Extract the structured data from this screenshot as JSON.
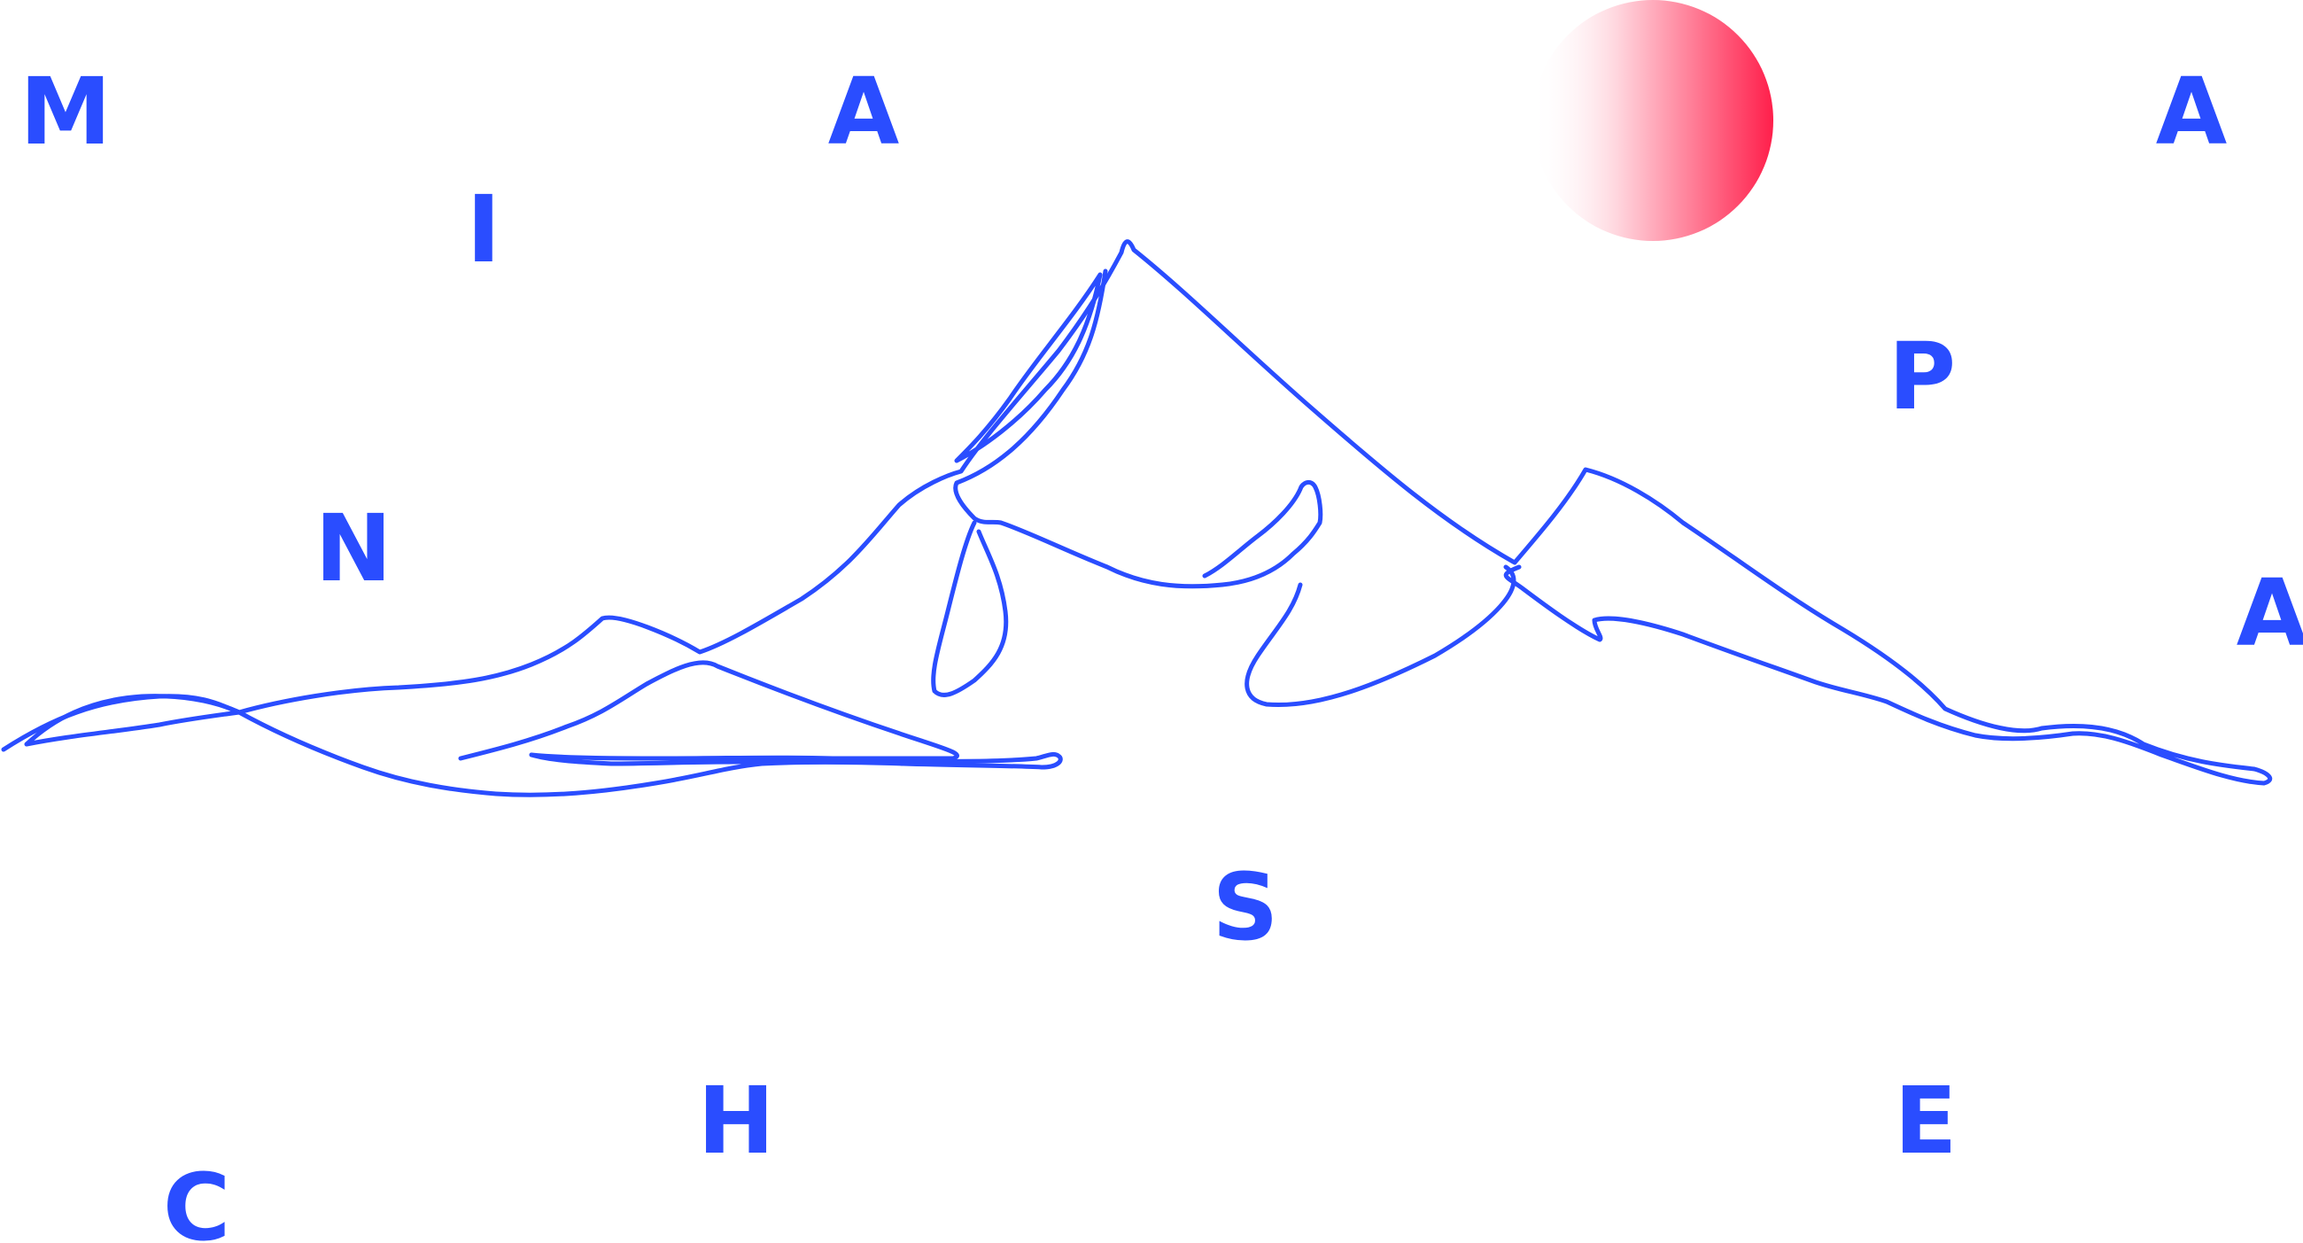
{
  "letters": {
    "m1": "M",
    "a1": "A",
    "a2": "A",
    "i": "I",
    "p": "P",
    "n": "N",
    "a3": "A",
    "s": "S",
    "h": "H",
    "e": "E",
    "c": "C"
  },
  "colors": {
    "ink": "#2a4dff",
    "sun_start": "#ffffff",
    "sun_end": "#ff1f4b",
    "background": "#ffffff"
  },
  "icons": {
    "sun": "sun-gradient-circle",
    "mountains": "mountain-line-art"
  }
}
